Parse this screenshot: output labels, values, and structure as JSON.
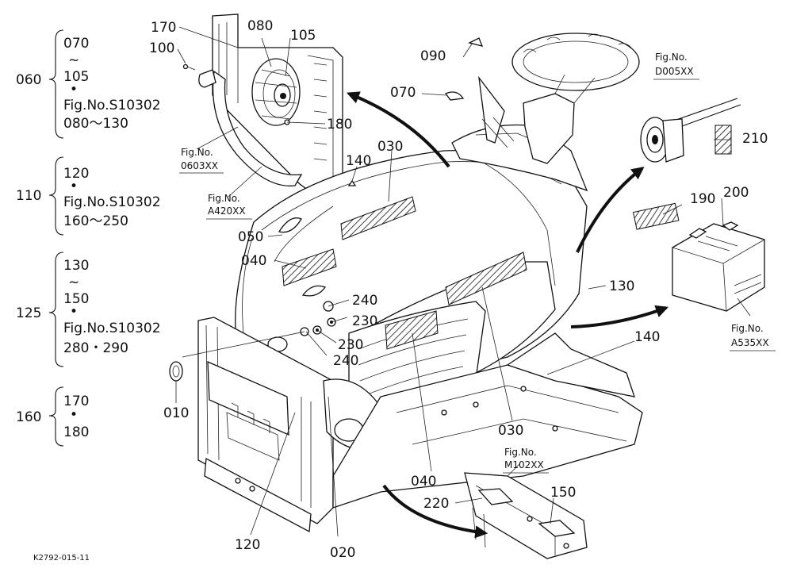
{
  "drawing_code": "K2792-015-11",
  "group_brackets": [
    {
      "id": "060",
      "lines": [
        "070",
        "~",
        "105",
        "•",
        "Fig.No.S10302",
        "080～130"
      ]
    },
    {
      "id": "110",
      "lines": [
        "120",
        "•",
        "Fig.No.S10302",
        "160～250"
      ]
    },
    {
      "id": "125",
      "lines": [
        "130",
        "~",
        "150",
        "•",
        "Fig.No.S10302",
        "280・290"
      ]
    },
    {
      "id": "160",
      "lines": [
        "170",
        "•",
        "180"
      ]
    }
  ],
  "fig_refs": {
    "f0603": [
      "Fig.No.",
      "0603XX"
    ],
    "fA420": [
      "Fig.No.",
      "A420XX"
    ],
    "fD005": [
      "Fig.No.",
      "D005XX"
    ],
    "fA535": [
      "Fig.No.",
      "A535XX"
    ],
    "fM102": [
      "Fig.No.",
      "M102XX"
    ]
  },
  "callouts": {
    "c170": "170",
    "c080": "080",
    "c105": "105",
    "c100": "100",
    "c180": "180",
    "c090": "090",
    "c070": "070",
    "c140a": "140",
    "c030a": "030",
    "c050": "050",
    "c040a": "040",
    "c240a": "240",
    "c230a": "230",
    "c230b": "230",
    "c240b": "240",
    "c010": "010",
    "c120": "120",
    "c020": "020",
    "c040b": "040",
    "c030b": "030",
    "c130": "130",
    "c140b": "140",
    "c210": "210",
    "c190": "190",
    "c200": "200",
    "c220": "220",
    "c150": "150"
  }
}
